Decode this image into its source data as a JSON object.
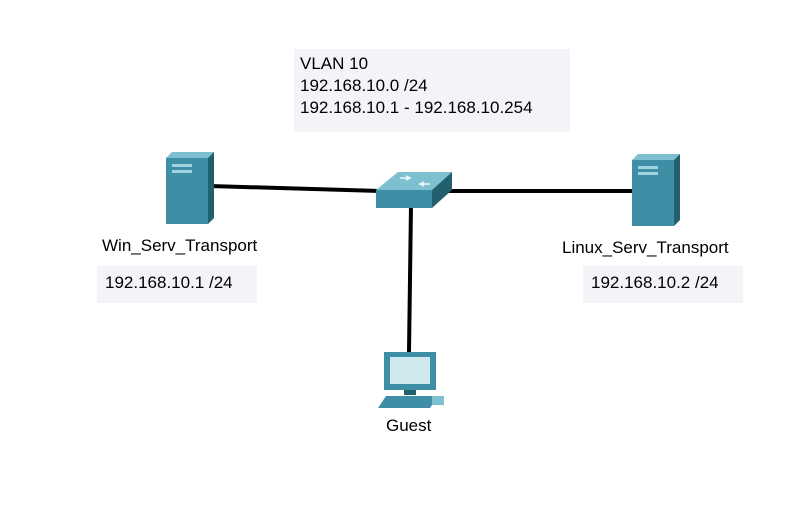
{
  "vlan_note": {
    "lines": [
      "VLAN 10",
      "192.168.10.0 /24",
      "192.168.10.1 - 192.168.10.254"
    ]
  },
  "nodes": {
    "win_server": {
      "name": "Win_Serv_Transport",
      "ip": "192.168.10.1 /24"
    },
    "linux_server": {
      "name": "Linux_Serv_Transport",
      "ip": "192.168.10.2 /24"
    },
    "guest": {
      "name": "Guest"
    }
  },
  "colors": {
    "device_teal": "#3e8fa6",
    "device_dark": "#23606f",
    "device_light": "#7fc0d0",
    "link": "#000000",
    "note_bg": "#f3f4f8"
  },
  "icons": [
    "server-icon",
    "switch-icon",
    "pc-icon"
  ]
}
